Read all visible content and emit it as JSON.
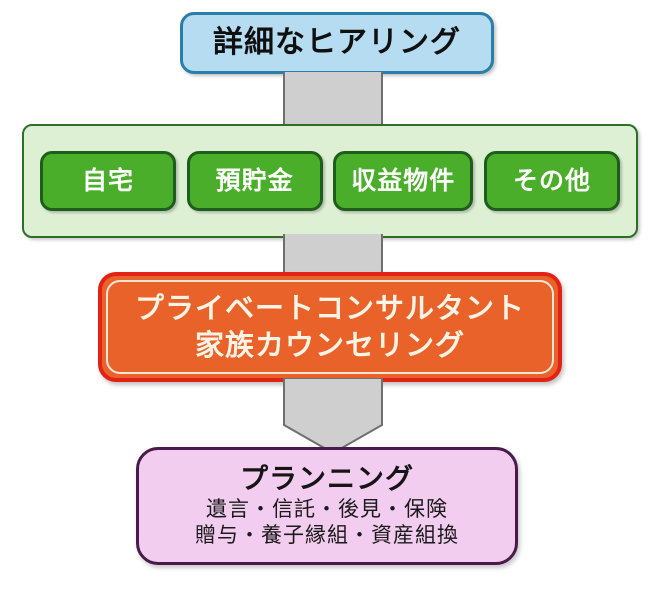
{
  "diagram": {
    "type": "vertical-flow",
    "title_flow": "Inheritance planning process flow",
    "colors": {
      "hearing_fill": "#b5dcf0",
      "hearing_border": "#2b7ea6",
      "assets_panel_fill": "#ddf0d4",
      "assets_panel_border": "#2f6e26",
      "asset_box_fill": "#4aae2b",
      "asset_box_border": "#1f5d1c",
      "consultant_fill": "#e8622a",
      "consultant_border": "#e22117",
      "planning_fill": "#f2cdef",
      "planning_border": "#4a1a4a",
      "connector_fill": "#cfcfcf",
      "connector_border": "#6f6f6f"
    },
    "nodes": {
      "hearing": {
        "label": "詳細なヒアリング"
      },
      "assets": {
        "items": [
          {
            "label": "自宅"
          },
          {
            "label": "預貯金"
          },
          {
            "label": "収益物件"
          },
          {
            "label": "その他"
          }
        ]
      },
      "consultant": {
        "line1": "プライベートコンサルタント",
        "line2": "家族カウンセリング"
      },
      "planning": {
        "title": "プランニング",
        "sub_line1": "遺言・信託・後見・保険",
        "sub_line2": "贈与・養子縁組・資産組換"
      }
    },
    "connectors": [
      {
        "name": "hearing-to-assets",
        "shape": "bar"
      },
      {
        "name": "assets-to-consultant",
        "shape": "bar"
      },
      {
        "name": "consultant-to-planning",
        "shape": "arrow-down"
      }
    ]
  }
}
